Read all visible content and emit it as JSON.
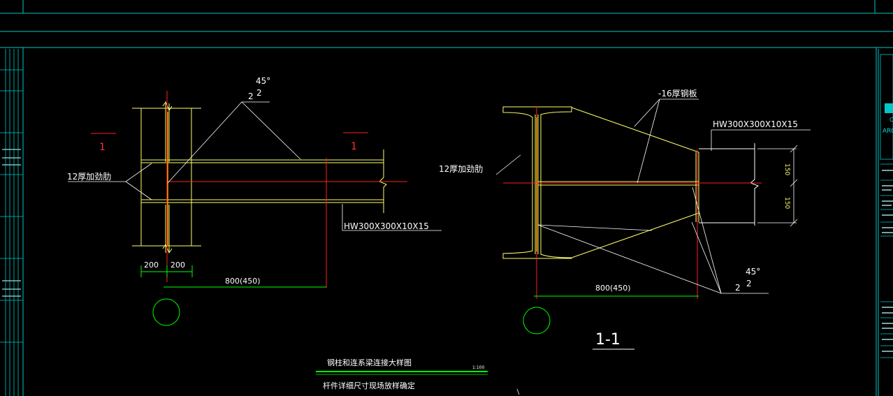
{
  "colors": {
    "background": "#000000",
    "frame": "#00c8c8",
    "steel": "#ffff66",
    "centerline": "#ff2020",
    "column_line": "#ff9a00",
    "dimension": "#00ff00",
    "leader": "#ffffff"
  },
  "left_view": {
    "section_mark_left": "1",
    "section_mark_right": "1",
    "angle_label": "45°",
    "weld_label_a": "2",
    "weld_label_b": "2",
    "stiffener_label": "12厚加劲肋",
    "beam_label": "HW300X300X10X15",
    "dim_left": "200",
    "dim_right": "200",
    "dim_length": "800(450)"
  },
  "right_view": {
    "plate_label": "-16厚钢板",
    "beam_label": "HW300X300X10X15",
    "stiffener_label": "12厚加劲肋",
    "dim_length": "800(450)",
    "dim_upper": "150",
    "dim_lower": "150",
    "angle_label": "45°",
    "weld_label_a": "2",
    "weld_label_b": "2",
    "section_title": "1-1"
  },
  "bottom_notes": {
    "title": "钢柱和连系梁连接大样图",
    "scale": "1:100",
    "note": "杆件详细尺寸现场放样确定"
  },
  "title_block": {
    "fragment_a": "ARC",
    "fragment_b": "C"
  }
}
